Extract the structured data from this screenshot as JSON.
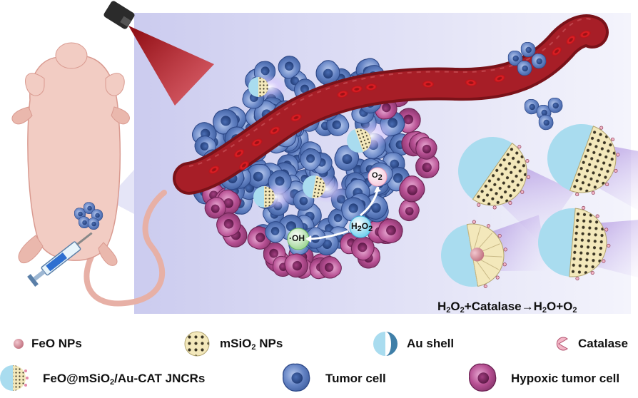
{
  "diagram": {
    "labels": {
      "o2": "O",
      "o2_sub": "2",
      "h2o2_h": "H",
      "h2o2_sub1": "2",
      "h2o2_o": "O",
      "h2o2_sub2": "2",
      "oh": "·OH",
      "equation": {
        "p1": "H",
        "s1": "2",
        "p2": "O",
        "s2": "2",
        "p3": "+Catalase→H",
        "s3": "2",
        "p4": "O+O",
        "s4": "2"
      }
    },
    "legend": [
      {
        "text": "FeO NPs",
        "icon": "feo-np-icon"
      },
      {
        "text_a": "mSiO",
        "text_sub": "2",
        "text_b": " NPs",
        "icon": "msio2-np-icon"
      },
      {
        "text": "Au shell",
        "icon": "au-shell-icon"
      },
      {
        "text": "Catalase",
        "icon": "catalase-icon"
      },
      {
        "text_a": "FeO@mSiO",
        "text_sub": "2",
        "text_b": "/Au-CAT JNCRs",
        "icon": "jncr-icon"
      },
      {
        "text": "Tumor cell",
        "icon": "tumor-cell-icon"
      },
      {
        "text": "Hypoxic tumor cell",
        "icon": "hypoxic-tumor-cell-icon"
      }
    ],
    "colors": {
      "panel": "#dcdcf5",
      "tumor_cell": "#5d7dbf",
      "hypoxic_cell": "#b24b8f",
      "vessel": "#8e1b22",
      "laser": "#c0141a",
      "au_shell": "#a9dcef",
      "silica": "#f1e6b8",
      "mouse": "#f2ccc3"
    }
  }
}
